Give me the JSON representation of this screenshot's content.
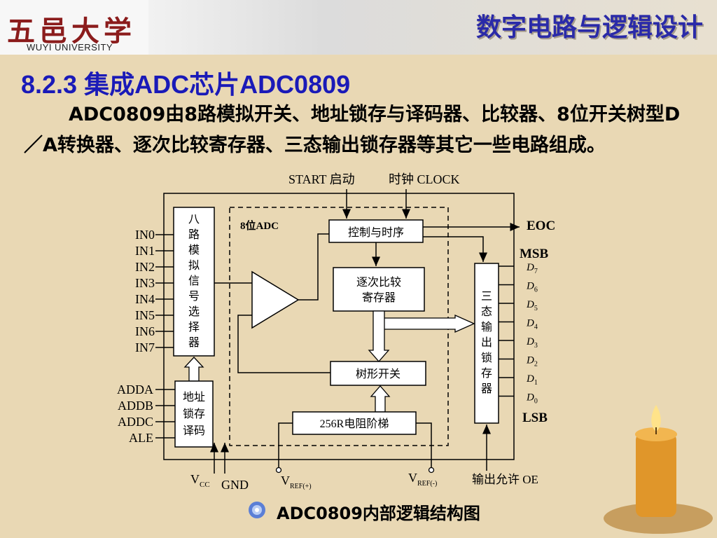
{
  "header": {
    "logo_cn": "五邑大学",
    "logo_en": "WUYI UNIVERSITY",
    "course_title": "数字电路与逻辑设计"
  },
  "section_title": "8.2.3 集成ADC芯片ADC0809",
  "paragraph": "ADC0809由8路模拟开关、地址锁存与译码器、比较器、8位开关树型D／A转换器、逐次比较寄存器、三态输出锁存器等其它一些电路组成。",
  "diagram": {
    "top_labels": {
      "start": "START 启动",
      "clock": "时钟  CLOCK"
    },
    "inputs": [
      "IN0",
      "IN1",
      "IN2",
      "IN3",
      "IN4",
      "IN5",
      "IN6",
      "IN7"
    ],
    "address_inputs": [
      "ADDA",
      "ADDB",
      "ADDC",
      "ALE"
    ],
    "mux_label": [
      "八",
      "路",
      "模",
      "拟",
      "信",
      "号",
      "选",
      "择",
      "器"
    ],
    "addr_latch_label": [
      "地址",
      "锁存",
      "译码"
    ],
    "adc_label": "8位ADC",
    "control_label": "控制与时序",
    "sar_label": [
      "逐次比较",
      "寄存器"
    ],
    "tree_switch_label": "树形开关",
    "ladder_label": "256R电阻阶梯",
    "output_latch_label": [
      "三",
      "态",
      "输",
      "出",
      "锁",
      "存",
      "器"
    ],
    "eoc": "EOC",
    "msb": "MSB",
    "lsb": "LSB",
    "outputs": [
      {
        "base": "D",
        "sub": "7"
      },
      {
        "base": "D",
        "sub": "6"
      },
      {
        "base": "D",
        "sub": "5"
      },
      {
        "base": "D",
        "sub": "4"
      },
      {
        "base": "D",
        "sub": "3"
      },
      {
        "base": "D",
        "sub": "2"
      },
      {
        "base": "D",
        "sub": "1"
      },
      {
        "base": "D",
        "sub": "0"
      }
    ],
    "vcc": {
      "base": "V",
      "sub": "CC"
    },
    "gnd": "GND",
    "vref_pos": {
      "base": "V",
      "sub": "REF(+)"
    },
    "vref_neg": {
      "base": "V",
      "sub": "REF(-)"
    },
    "oe_label": "输出允许  OE"
  },
  "caption": "ADC0809内部逻辑结构图",
  "colors": {
    "title_blue": "#1a1ab8",
    "course_blue": "#2a2aa8",
    "logo_red": "#8b1c1c",
    "background": "#e9d8b4"
  }
}
